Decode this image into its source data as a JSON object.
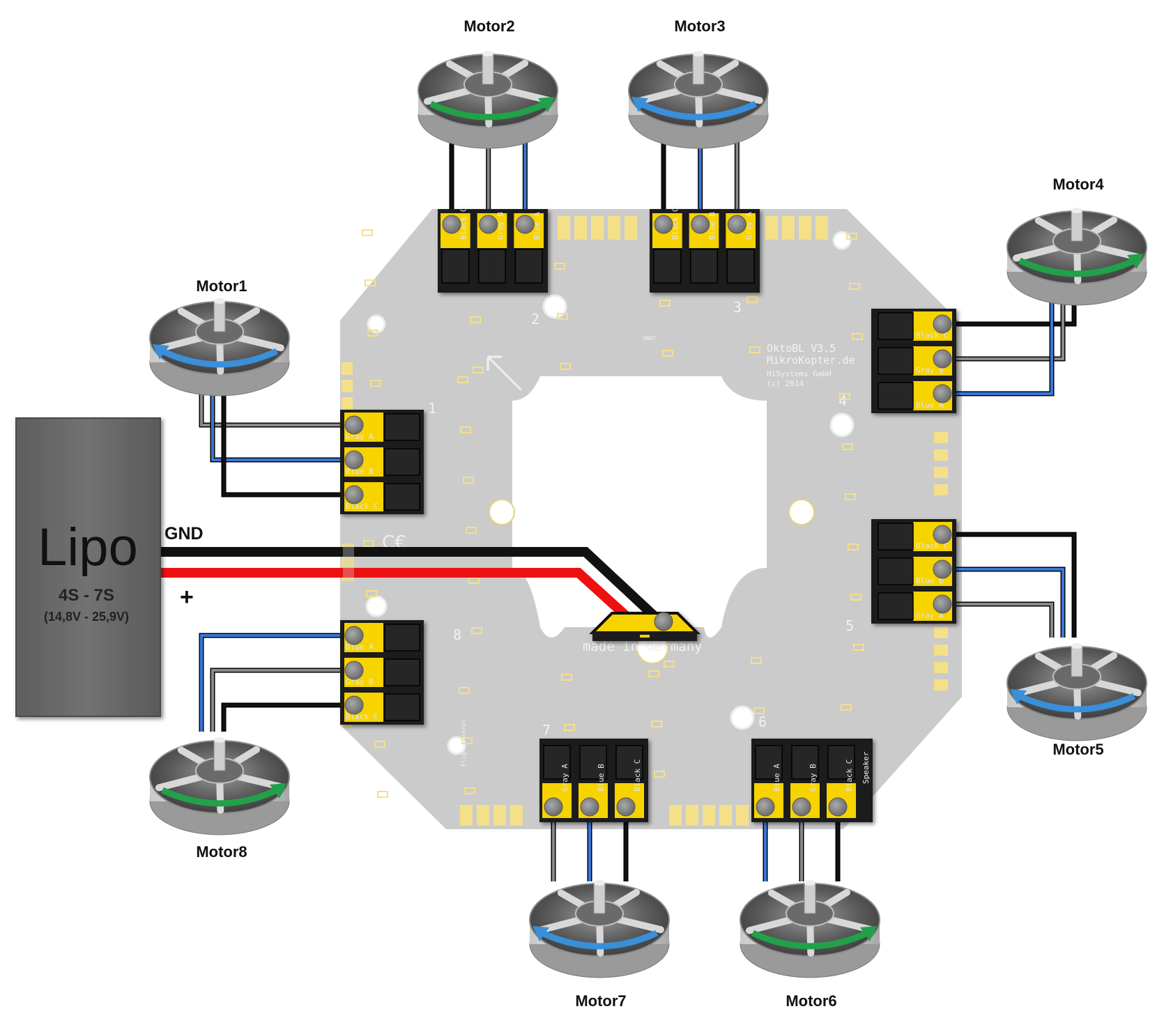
{
  "diagram": {
    "title": "OktoBL V3.5 motor wiring",
    "board": {
      "name": "OktoBL V3.5",
      "website": "MikroKopter.de",
      "maker": "HiSystems GmbH",
      "copyright": "(c) 2014",
      "made_in": "made in Germany",
      "uart_label": "UART",
      "flight_control_label": "Flight Control",
      "speaker_label": "Speaker",
      "channel_numbers": [
        "1",
        "2",
        "3",
        "4",
        "5",
        "6",
        "7",
        "8"
      ],
      "color": "#c8c8c8",
      "pad_color": "#f5e08a"
    },
    "battery": {
      "title": "Lipo",
      "cells": "4S - 7S",
      "voltage": "(14,8V - 25,9V)",
      "gnd_label": "GND",
      "plus_label": "+",
      "color": "#6e6e6e"
    },
    "wire_colors": {
      "Black": "#111111",
      "Gray": "#8a8a8a",
      "Blue": "#3a78d8",
      "Red": "#ee1111"
    },
    "rotation_colors": {
      "cw": "#22a04a",
      "ccw": "#3a8fd8"
    },
    "motors": [
      {
        "label": "Motor1",
        "rotation": "ccw",
        "connector_side": "left",
        "wires": [
          {
            "letter": "A",
            "color": "Gray"
          },
          {
            "letter": "B",
            "color": "Blue"
          },
          {
            "letter": "C",
            "color": "Black"
          }
        ]
      },
      {
        "label": "Motor2",
        "rotation": "cw",
        "connector_side": "top",
        "wires": [
          {
            "letter": "C",
            "color": "Black"
          },
          {
            "letter": "B",
            "color": "Gray"
          },
          {
            "letter": "A",
            "color": "Blue"
          }
        ]
      },
      {
        "label": "Motor3",
        "rotation": "ccw",
        "connector_side": "top",
        "wires": [
          {
            "letter": "C",
            "color": "Black"
          },
          {
            "letter": "B",
            "color": "Blue"
          },
          {
            "letter": "A",
            "color": "Gray"
          }
        ]
      },
      {
        "label": "Motor4",
        "rotation": "cw",
        "connector_side": "right",
        "wires": [
          {
            "letter": "C",
            "color": "Black"
          },
          {
            "letter": "B",
            "color": "Gray"
          },
          {
            "letter": "A",
            "color": "Blue"
          }
        ]
      },
      {
        "label": "Motor5",
        "rotation": "ccw",
        "connector_side": "right",
        "wires": [
          {
            "letter": "C",
            "color": "Black"
          },
          {
            "letter": "B",
            "color": "Blue"
          },
          {
            "letter": "A",
            "color": "Gray"
          }
        ]
      },
      {
        "label": "Motor6",
        "rotation": "cw",
        "connector_side": "bottom",
        "wires": [
          {
            "letter": "A",
            "color": "Blue"
          },
          {
            "letter": "B",
            "color": "Gray"
          },
          {
            "letter": "C",
            "color": "Black"
          }
        ]
      },
      {
        "label": "Motor7",
        "rotation": "ccw",
        "connector_side": "bottom",
        "wires": [
          {
            "letter": "A",
            "color": "Gray"
          },
          {
            "letter": "B",
            "color": "Blue"
          },
          {
            "letter": "C",
            "color": "Black"
          }
        ]
      },
      {
        "label": "Motor8",
        "rotation": "cw",
        "connector_side": "left",
        "wires": [
          {
            "letter": "A",
            "color": "Blue"
          },
          {
            "letter": "B",
            "color": "Gray"
          },
          {
            "letter": "C",
            "color": "Black"
          }
        ]
      }
    ]
  }
}
